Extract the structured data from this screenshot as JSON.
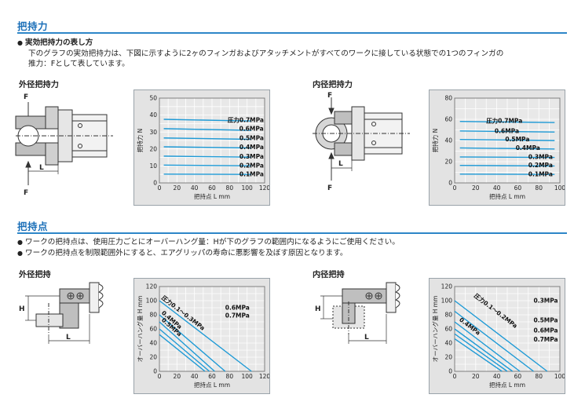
{
  "section1": {
    "title": "把持力",
    "subheading": "実効把持力の表し方",
    "paragraph1": "下のグラフの実効把持力は、下図に示すように2ヶのフィンガおよびアタッチメントがすべてのワークに接している状態での1つのフィンガの",
    "paragraph2": "推力：Fとして表しています。",
    "outer_title": "外径把持力",
    "inner_title": "内径把持力"
  },
  "section2": {
    "title": "把持点",
    "bullet1": "ワークの把持点は、使用圧力ごとにオーバーハング量：Hが下のグラフの範囲内になるようにご使用ください。",
    "bullet2": "ワークの把持点を制限範囲外にすると、エアグリッパの寿命に悪影響を及ぼす原因となります。",
    "outer_title": "外径把持",
    "inner_title": "内径把持"
  },
  "diagram_labels": {
    "F": "F",
    "L": "L",
    "H": "H"
  },
  "colors": {
    "accent": "#1b6fb8",
    "rule": "#2d86c8",
    "series": "#1e9ad6",
    "panel": "#e3e3e3"
  },
  "chart_data": [
    {
      "id": "outer-force",
      "type": "line",
      "ylabel": "把持力 N",
      "xlabel": "把持点 L mm",
      "xlim": [
        0,
        120
      ],
      "ylim": [
        0,
        50
      ],
      "xticks": [
        0,
        20,
        40,
        60,
        80,
        100,
        120
      ],
      "yticks": [
        0,
        10,
        20,
        30,
        40,
        50
      ],
      "grid": true,
      "series": [
        {
          "name": "圧力0.7MPa",
          "x": [
            5,
            105
          ],
          "y": [
            37.5,
            36.5
          ]
        },
        {
          "name": "0.6MPa",
          "x": [
            5,
            105
          ],
          "y": [
            32,
            31
          ]
        },
        {
          "name": "0.5MPa",
          "x": [
            5,
            105
          ],
          "y": [
            26.5,
            25.7
          ]
        },
        {
          "name": "0.4MPa",
          "x": [
            5,
            105
          ],
          "y": [
            21.3,
            20.6
          ]
        },
        {
          "name": "0.3MPa",
          "x": [
            5,
            105
          ],
          "y": [
            15.8,
            15.2
          ]
        },
        {
          "name": "0.2MPa",
          "x": [
            5,
            105
          ],
          "y": [
            10.5,
            10.1
          ]
        },
        {
          "name": "0.1MPa",
          "x": [
            5,
            105
          ],
          "y": [
            5.2,
            5.0
          ]
        }
      ]
    },
    {
      "id": "inner-force",
      "type": "line",
      "ylabel": "把持力 N",
      "xlabel": "把持点 L mm",
      "xlim": [
        0,
        100
      ],
      "ylim": [
        0,
        80
      ],
      "xticks": [
        0,
        20,
        40,
        60,
        80,
        100
      ],
      "yticks": [
        0,
        20,
        40,
        60,
        80
      ],
      "grid": true,
      "series": [
        {
          "name": "圧力0.7MPa",
          "x": [
            5,
            95
          ],
          "y": [
            58,
            57
          ]
        },
        {
          "name": "0.6MPa",
          "x": [
            5,
            95
          ],
          "y": [
            49,
            48
          ]
        },
        {
          "name": "0.5MPa",
          "x": [
            5,
            95
          ],
          "y": [
            41,
            40
          ]
        },
        {
          "name": "0.4MPa",
          "x": [
            5,
            95
          ],
          "y": [
            33,
            32
          ]
        },
        {
          "name": "0.3MPa",
          "x": [
            5,
            95
          ],
          "y": [
            24.5,
            24
          ]
        },
        {
          "name": "0.2MPa",
          "x": [
            5,
            95
          ],
          "y": [
            16.5,
            16
          ]
        },
        {
          "name": "0.1MPa",
          "x": [
            5,
            95
          ],
          "y": [
            8.3,
            8
          ]
        }
      ]
    },
    {
      "id": "outer-point",
      "type": "line",
      "ylabel": "オーバーハング量 H mm",
      "xlabel": "把持点 L mm",
      "xlim": [
        0,
        120
      ],
      "ylim": [
        0,
        120
      ],
      "xticks": [
        0,
        20,
        40,
        60,
        80,
        100,
        120
      ],
      "yticks": [
        0,
        20,
        40,
        60,
        80,
        100,
        120
      ],
      "grid": true,
      "series": [
        {
          "name": "圧力0.1～0.3MPa",
          "x": [
            0,
            105
          ],
          "y": [
            100,
            0
          ]
        },
        {
          "name": "0.4MPa",
          "x": [
            0,
            75
          ],
          "y": [
            80,
            0
          ]
        },
        {
          "name": "0.5MPa",
          "x": [
            0,
            63
          ],
          "y": [
            70,
            0
          ]
        },
        {
          "name": "0.6MPa",
          "x": [
            0,
            57
          ],
          "y": [
            60,
            0
          ]
        },
        {
          "name": "0.7MPa",
          "x": [
            0,
            52
          ],
          "y": [
            52,
            0
          ]
        }
      ]
    },
    {
      "id": "inner-point",
      "type": "line",
      "ylabel": "オーバーハング量 H mm",
      "xlabel": "把持点 L mm",
      "xlim": [
        0,
        100
      ],
      "ylim": [
        0,
        120
      ],
      "xticks": [
        0,
        20,
        40,
        60,
        80,
        100
      ],
      "yticks": [
        0,
        20,
        40,
        60,
        80,
        100,
        120
      ],
      "grid": true,
      "series": [
        {
          "name": "圧力0.1～0.2MPa",
          "x": [
            0,
            88
          ],
          "y": [
            100,
            0
          ]
        },
        {
          "name": "0.3MPa",
          "x": [
            0,
            75
          ],
          "y": [
            85,
            0
          ]
        },
        {
          "name": "0.4MPa",
          "x": [
            0,
            62
          ],
          "y": [
            70,
            0
          ]
        },
        {
          "name": "0.5MPa",
          "x": [
            0,
            55
          ],
          "y": [
            60,
            0
          ]
        },
        {
          "name": "0.6MPa",
          "x": [
            0,
            50
          ],
          "y": [
            53,
            0
          ]
        },
        {
          "name": "0.7MPa",
          "x": [
            0,
            45
          ],
          "y": [
            46,
            0
          ]
        }
      ]
    }
  ]
}
